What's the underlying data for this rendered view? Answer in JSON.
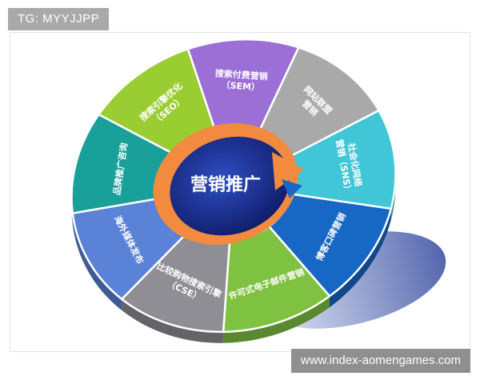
{
  "watermark": {
    "tag": "TG: MYYJJPP",
    "url": "www.index-aomengames.com"
  },
  "diagram": {
    "center": "营销推广",
    "segments": [
      {
        "lines": [
          "搜索引擎优化",
          "（SEO）"
        ],
        "color": "#9acd32"
      },
      {
        "lines": [
          "搜索付费营销",
          "（SEM）"
        ],
        "color": "#9b6fd6"
      },
      {
        "lines": [
          "网站联盟",
          "营销"
        ],
        "color": "#a9a9a9"
      },
      {
        "lines": [
          "社会化网络",
          "营销（SNS）"
        ],
        "color": "#40c6d6"
      },
      {
        "lines": [
          "博客口碑营销"
        ],
        "color": "#1767c4"
      },
      {
        "lines": [
          "许可式电子邮件营销"
        ],
        "color": "#7fc241"
      },
      {
        "lines": [
          "比较购物搜索引擎",
          "（CSE）"
        ],
        "color": "#8e8e94"
      },
      {
        "lines": [
          "海外媒体发布"
        ],
        "color": "#5a82d6"
      },
      {
        "lines": [
          "品牌推广咨询"
        ],
        "color": "#1aa09b"
      }
    ],
    "hub_color": "#1c2d8c",
    "arrow_color": "#f28a40"
  }
}
